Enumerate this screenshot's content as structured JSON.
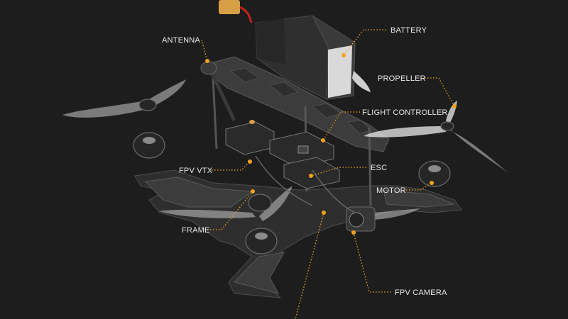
{
  "colors": {
    "background": "#1d1d1d",
    "accent": "#f0a417",
    "label": "#e9e9e9"
  },
  "labels": {
    "battery": "BATTERY",
    "antenna": "ANTENNA",
    "propeller": "PROPELLER",
    "flight_controller": "FLIGHT CONTROLLER",
    "fpv_vtx": "FPV VTX",
    "esc": "ESC",
    "motor": "MOTOR",
    "frame": "FRAME",
    "fpv_camera": "FPV CAMERA"
  }
}
